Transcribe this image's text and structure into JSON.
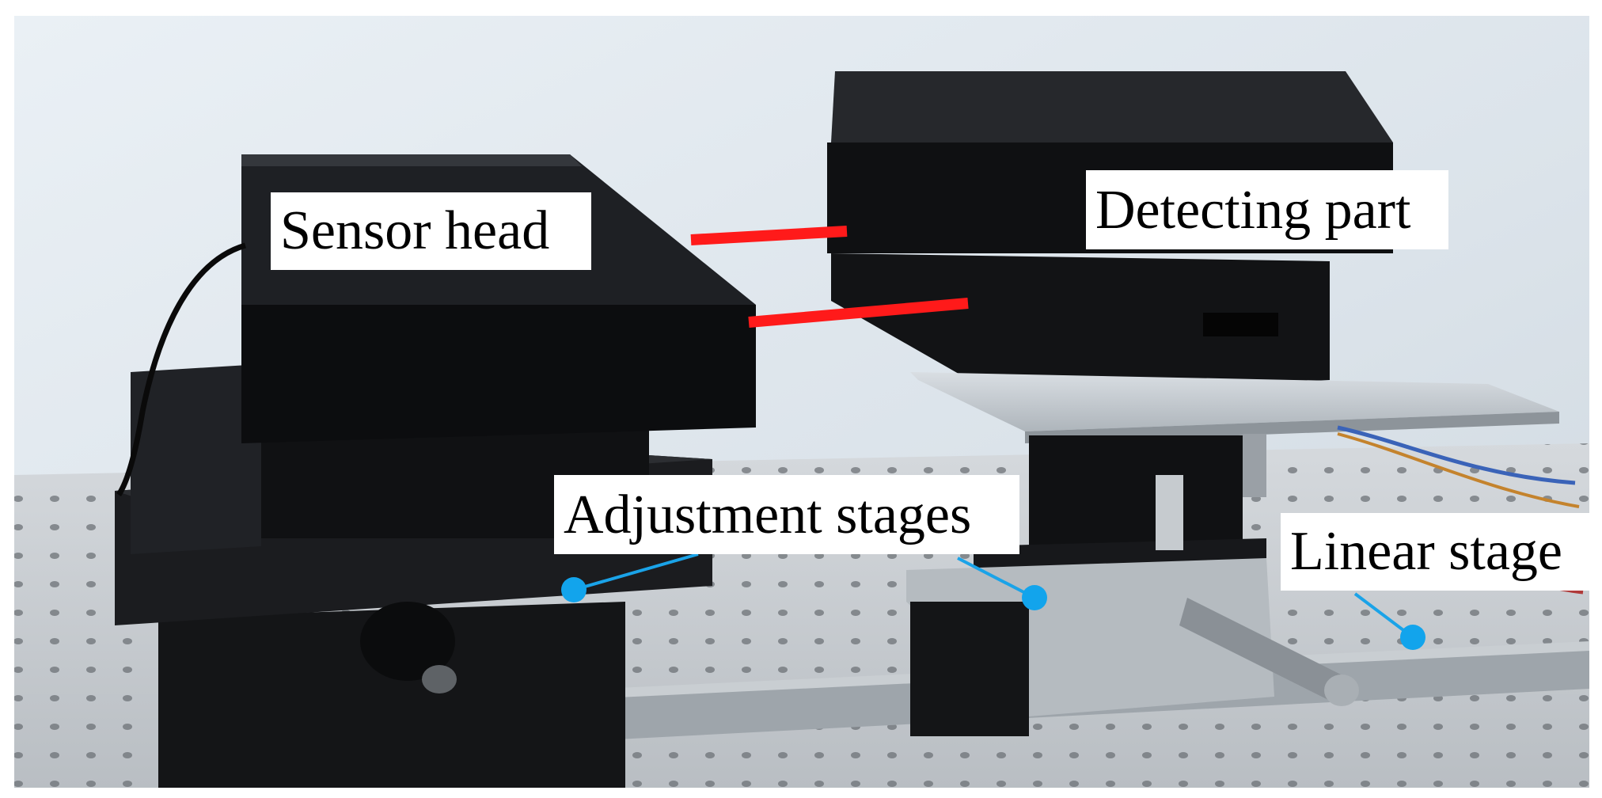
{
  "labels": {
    "sensor_head": "Sensor head",
    "detecting_part": "Detecting part",
    "adjustment_stages": "Adjustment stages",
    "linear_stage": "Linear stage"
  },
  "colors": {
    "laser_line": "#ff1a1a",
    "pointer_line": "#1aa3e8",
    "pointer_dot": "#12a4ec",
    "label_bg": "#ffffff",
    "wall": "#dfe7ee",
    "table": "#c8cdd2",
    "housing": "#111214"
  }
}
